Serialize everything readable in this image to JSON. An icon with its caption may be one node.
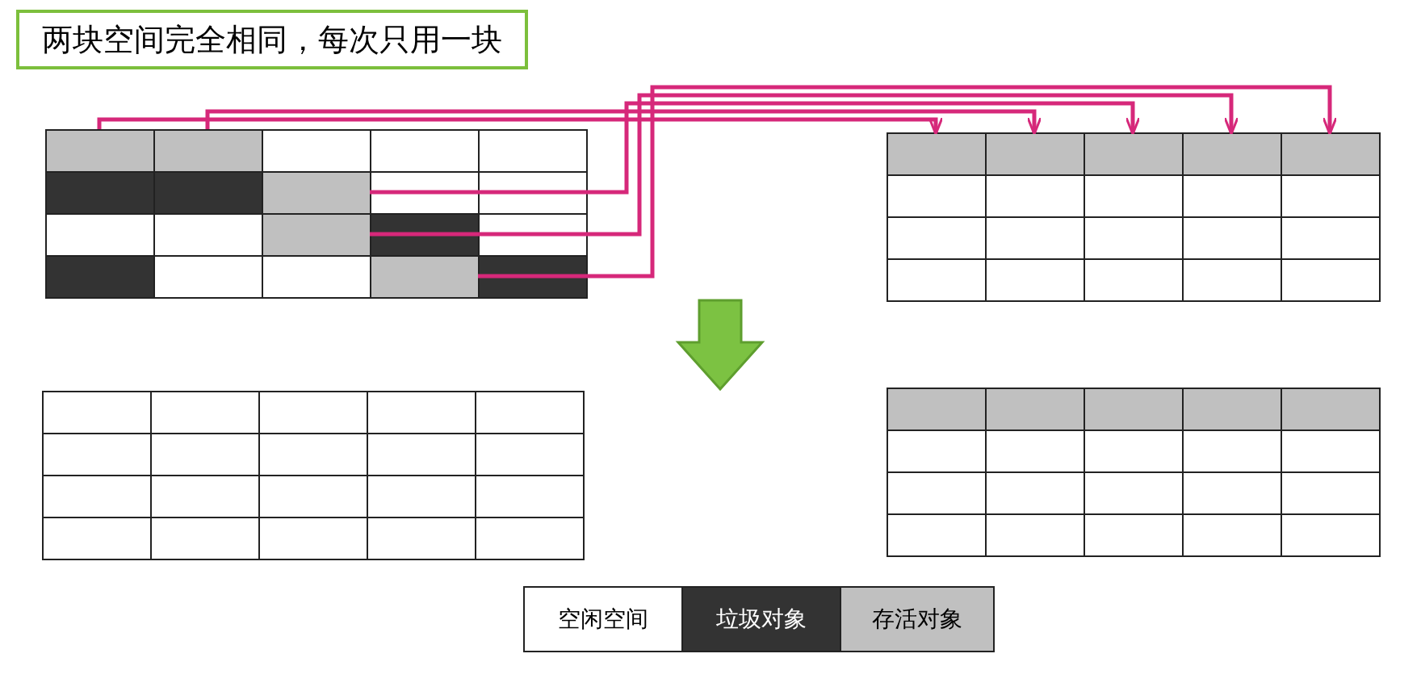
{
  "diagram": {
    "title": "两块空间完全相同，每次只用一块",
    "nodes": [
      {
        "text": [],
        "shape": "box"
      },
      {
        "text": [],
        "shape": "box"
      },
      {
        "text": [],
        "shape": "box"
      },
      {
        "text": [],
        "shape": "box"
      },
      {
        "text": [],
        "shape": "box"
      },
      {
        "text": [],
        "shape": "box"
      },
      {
        "text": [],
        "shape": "box"
      },
      {
        "text": [],
        "shape": "box"
      },
      {
        "text": [],
        "shape": "box"
      },
      {
        "text": [],
        "shape": "box"
      }
    ],
    "edges": [
      {
        "from": 0,
        "to": 5,
        "arrow": "to"
      },
      {
        "from": 1,
        "to": 6,
        "arrow": "to"
      },
      {
        "from": 2,
        "to": 7,
        "arrow": "to"
      },
      {
        "from": 3,
        "to": 8,
        "arrow": "to"
      },
      {
        "from": 4,
        "to": 9,
        "arrow": "to"
      }
    ],
    "legend": [
      {
        "text": "空闲空间",
        "color": "#ffffff"
      },
      {
        "text": "垃圾对象",
        "color": "#333333"
      },
      {
        "text": "存活对象",
        "color": "#c0c0c0"
      }
    ]
  }
}
